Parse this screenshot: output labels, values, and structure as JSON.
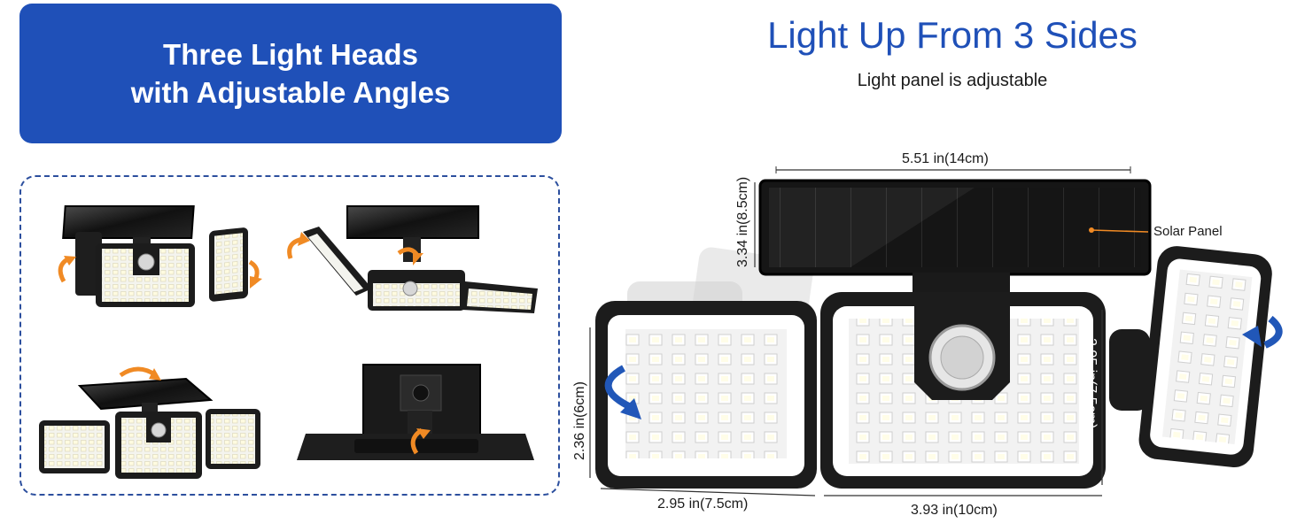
{
  "banner": {
    "line1": "Three Light Heads",
    "line2": "with Adjustable Angles"
  },
  "heading": {
    "title": "Light Up From 3 Sides",
    "subtitle": "Light panel is adjustable"
  },
  "dimensions": {
    "panel_width": "5.51 in(14cm)",
    "panel_height": "3.34 in(8.5cm)",
    "side_head_height": "2.36 in(6cm)",
    "center_head_height": "2.95 in(7.5cm)",
    "side_head_width": "2.95 in(7.5cm)",
    "center_head_width": "3.93 in(10cm)"
  },
  "callouts": {
    "solar_panel": "Solar Panel"
  },
  "colors": {
    "brand_blue": "#1f50b8",
    "arrow_orange": "#f08a24",
    "arrow_blue": "#2157b8",
    "housing": "#1c1c1c"
  }
}
